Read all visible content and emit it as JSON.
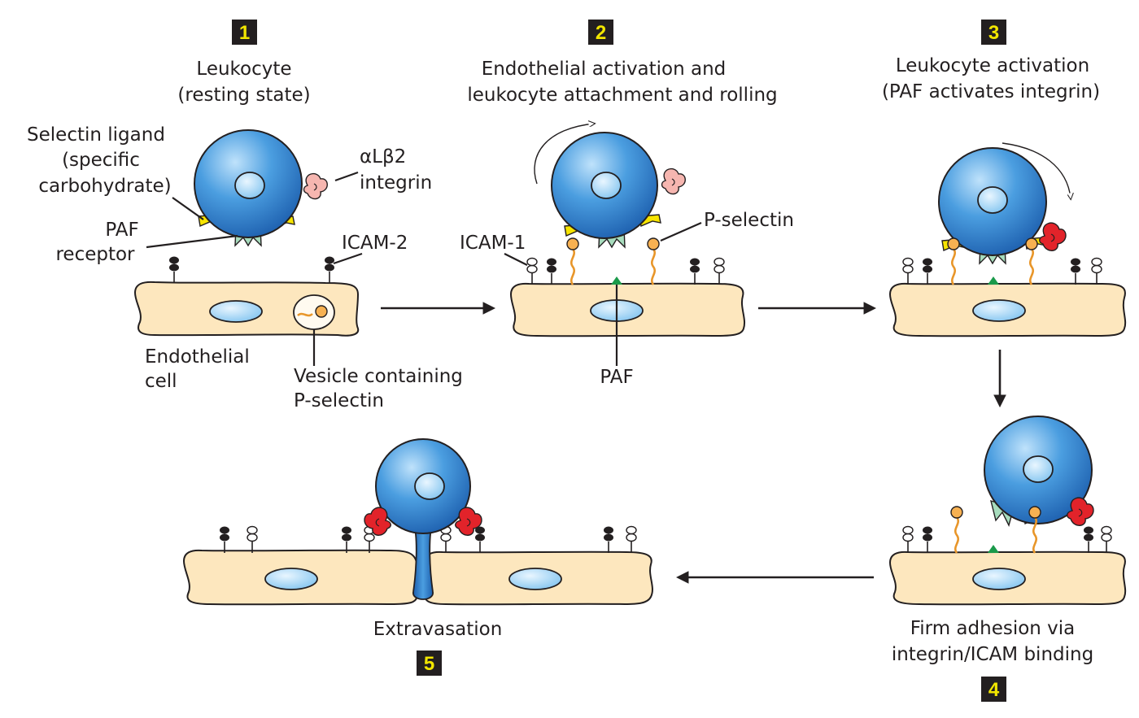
{
  "steps": [
    {
      "number": "1",
      "title_line1": "Leukocyte",
      "title_line2": "(resting state)"
    },
    {
      "number": "2",
      "title_line1": "Endothelial activation and",
      "title_line2": "leukocyte attachment and rolling"
    },
    {
      "number": "3",
      "title_line1": "Leukocyte activation",
      "title_line2": "(PAF activates integrin)"
    },
    {
      "number": "4",
      "title_line1": "Firm adhesion via",
      "title_line2": "integrin/ICAM binding"
    },
    {
      "number": "5",
      "title_line1": "Extravasation"
    }
  ],
  "labels": {
    "selectin_ligand_1": "Selectin ligand",
    "selectin_ligand_2": "(specific",
    "selectin_ligand_3": "carbohydrate)",
    "integrin_1": "αLβ2",
    "integrin_2": "integrin",
    "paf_receptor_1": "PAF",
    "paf_receptor_2": "receptor",
    "icam2": "ICAM-2",
    "icam1": "ICAM-1",
    "p_selectin": "P-selectin",
    "endothelial_cell_1": "Endothelial",
    "endothelial_cell_2": "cell",
    "vesicle_1": "Vesicle containing",
    "vesicle_2": "P-selectin",
    "paf": "PAF"
  },
  "colors": {
    "leukocyte": "#3d8fd6",
    "endothelium": "#fde7be",
    "selectin_ligand": "#f7e400",
    "paf_receptor": "#a7dcbd",
    "integrin_inactive": "#f6b6b0",
    "integrin_active": "#e2232a",
    "p_selectin_tether": "#e8962a",
    "paf_molecule": "#1a9a4a",
    "step_badge": "#231f20",
    "step_number": "#f2e600"
  }
}
